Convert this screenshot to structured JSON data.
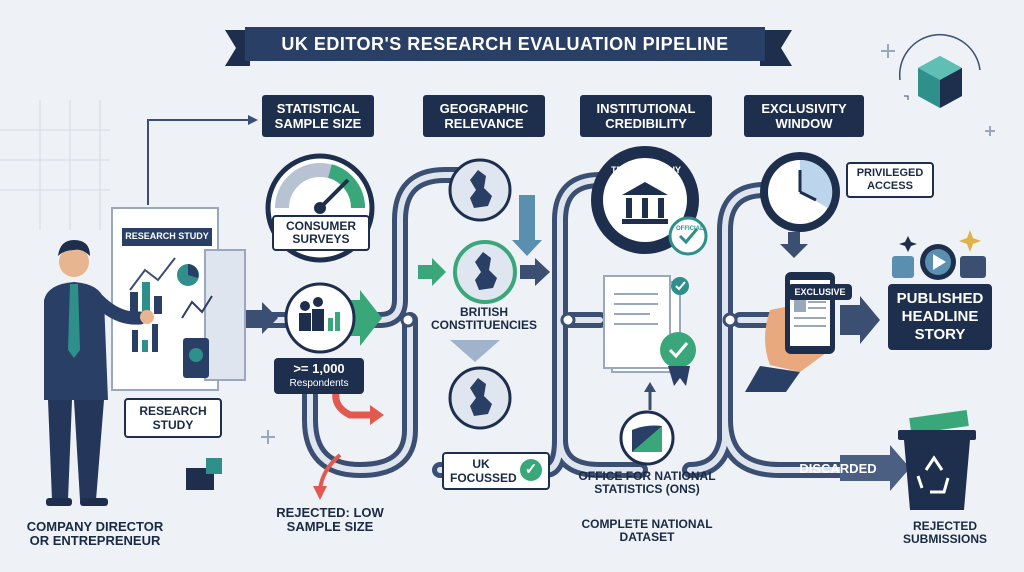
{
  "title": "UK EDITOR'S RESEARCH EVALUATION PIPELINE",
  "stages": [
    {
      "header": "STATISTICAL SAMPLE SIZE"
    },
    {
      "header": "GEOGRAPHIC RELEVANCE"
    },
    {
      "header": "INSTITUTIONAL CREDIBILITY"
    },
    {
      "header": "EXCLUSIVITY WINDOW"
    }
  ],
  "source": {
    "document_label": "RESEARCH STUDY",
    "caption": "RESEARCH STUDY",
    "person_label": "COMPANY DIRECTOR OR ENTREPRENEUR"
  },
  "sample": {
    "gauge_label": "CONSUMER SURVEYS",
    "threshold": ">= 1,000",
    "threshold_unit": "Respondents",
    "rejected": "REJECTED: LOW SAMPLE SIZE"
  },
  "geo": {
    "middle_label": "BRITISH CONSTITUENCIES",
    "uk_focus": "UK FOCUSSED"
  },
  "credibility": {
    "badge_top": "TRUSTWORTHY",
    "badge_side": "OFFICIAL",
    "ons_label": "OFFICE FOR NATIONAL STATISTICS (ONS)",
    "dataset_label": "COMPLETE NATIONAL DATASET"
  },
  "exclusivity": {
    "access_label": "PRIVILEGED ACCESS",
    "phone_label": "EXCLUSIVE",
    "discarded": "DISCARDED"
  },
  "outcomes": {
    "published": "PUBLISHED HEADLINE STORY",
    "rejected": "REJECTED SUBMISSIONS"
  },
  "colors": {
    "navy": "#1e2f4d",
    "track": "#3b4f72",
    "accept_green": "#3aa77b",
    "reject_red": "#e05a4f",
    "teal": "#2f8f8a"
  },
  "icons": [
    "person-icon",
    "document-icon",
    "gauge-icon",
    "people-chart-icon",
    "map-icon",
    "bank-icon",
    "certificate-icon",
    "clock-icon",
    "phone-icon",
    "media-icon",
    "recycle-bin-icon",
    "check-icon",
    "cube-icon"
  ]
}
